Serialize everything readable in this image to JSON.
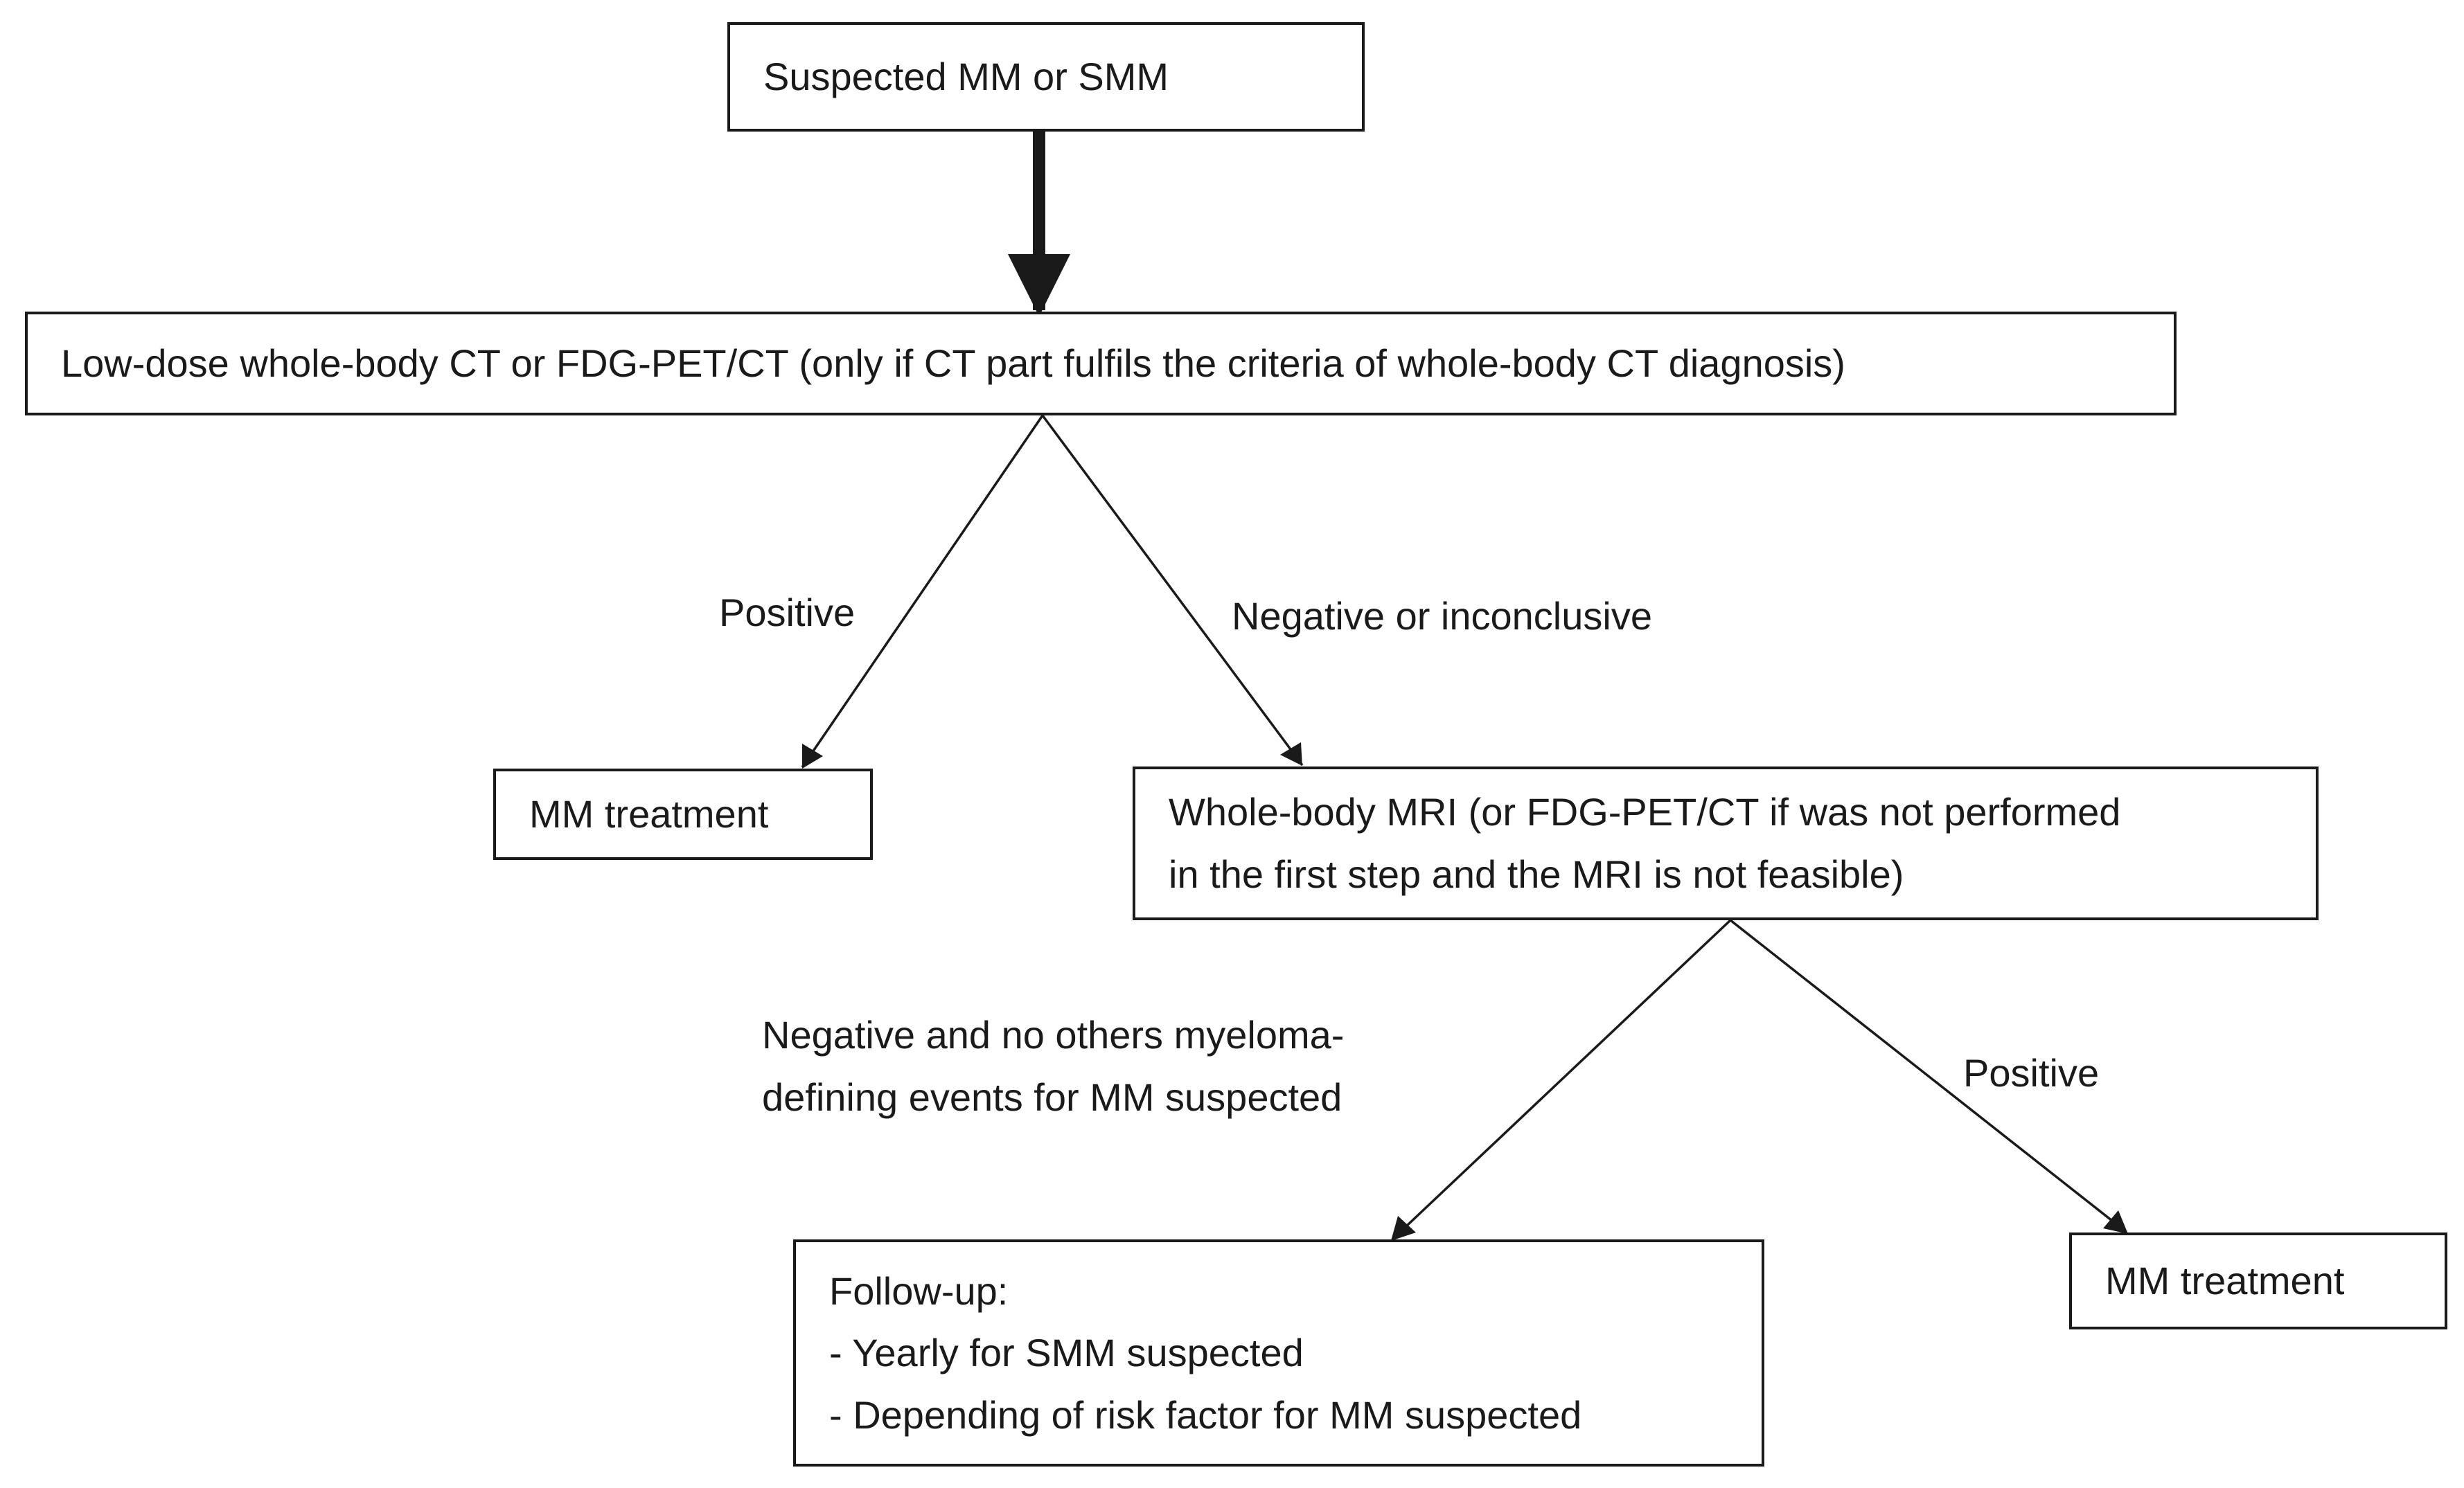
{
  "nodes": {
    "start": {
      "lines": [
        "Suspected MM or SMM"
      ]
    },
    "initial_imaging": {
      "lines": [
        "Low-dose whole-body CT or FDG-PET/CT (only if CT part fulfils the criteria of whole-body CT diagnosis)"
      ]
    },
    "treatment_1": {
      "lines": [
        "MM treatment"
      ]
    },
    "mri": {
      "lines": [
        "Whole-body MRI (or FDG-PET/CT if was not performed",
        "in the first step and the MRI is not feasible)"
      ]
    },
    "follow_up": {
      "lines": [
        "Follow-up:",
        "- Yearly for SMM suspected",
        "- Depending of risk factor for MM suspected"
      ]
    },
    "treatment_2": {
      "lines": [
        "MM treatment"
      ]
    }
  },
  "edges": {
    "positive_1": {
      "label": [
        "Positive"
      ]
    },
    "negative_1": {
      "label": [
        "Negative or inconclusive"
      ]
    },
    "negative_2": {
      "label": [
        "Negative and no others myeloma-",
        "defining events for MM suspected"
      ]
    },
    "positive_2": {
      "label": [
        "Positive"
      ]
    }
  },
  "colors": {
    "stroke": "#1a1a1a",
    "background": "#ffffff"
  }
}
